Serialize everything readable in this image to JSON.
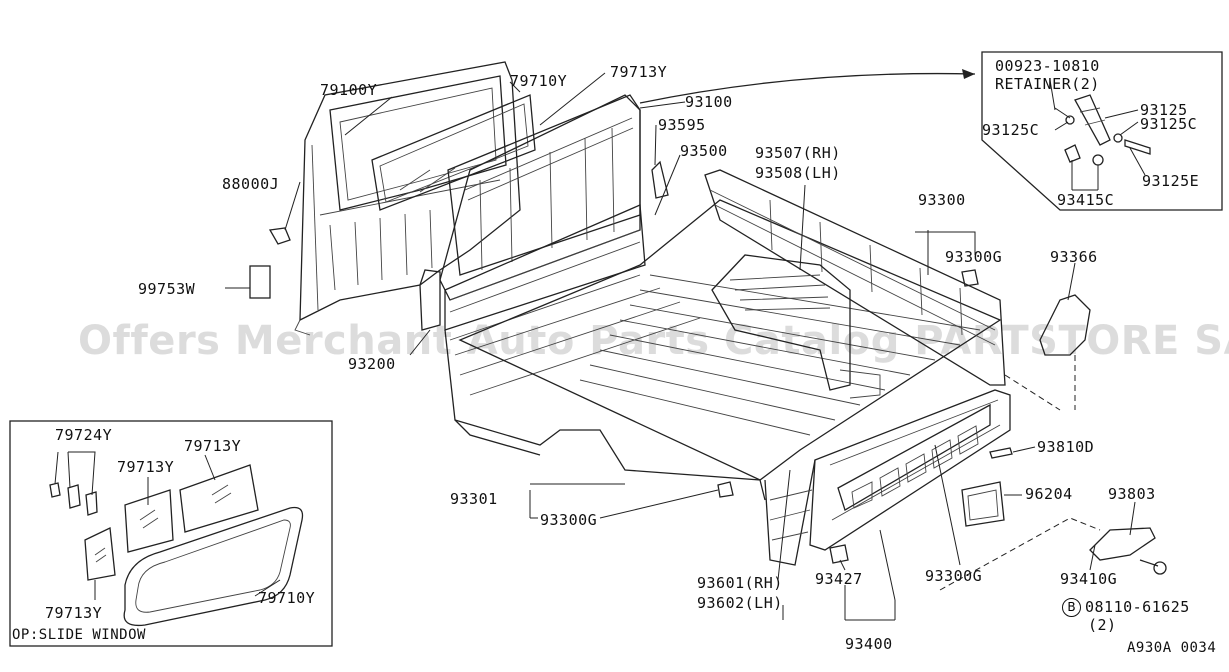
{
  "labels": {
    "l79100Y": "79100Y",
    "l79710Y_top": "79710Y",
    "l79713Y_top": "79713Y",
    "l93100": "93100",
    "l93595": "93595",
    "l93500": "93500",
    "l88000J": "88000J",
    "l99753W": "99753W",
    "l93200": "93200",
    "l93507": "93507(RH)",
    "l93508": "93508(LH)",
    "l93300": "93300",
    "l93300G_a": "93300G",
    "l93366": "93366",
    "l93810D": "93810D",
    "l93301": "93301",
    "l93300G_b": "93300G",
    "l96204": "96204",
    "l93803": "93803",
    "l93601": "93601(RH)",
    "l93602": "93602(LH)",
    "l93427": "93427",
    "l93300G_c": "93300G",
    "l93410G": "93410G",
    "l08110": "08110-61625",
    "l08110_qty": "(2)",
    "l93400": "93400",
    "r00923": "00923-10810",
    "rRetainer": "RETAINER(2)",
    "r93125": "93125",
    "r93125C_r": "93125C",
    "r93125C_l": "93125C",
    "r93125E": "93125E",
    "r93415C": "93415C",
    "i79724Y": "79724Y",
    "i79713Y_a": "79713Y",
    "i79713Y_b": "79713Y",
    "i79713Y_c": "79713Y",
    "i79710Y": "79710Y"
  },
  "circle_letter": "B",
  "inset_note": "OP:SLIDE WINDOW",
  "diagram_code": "A930A 0034",
  "watermark": "Offers Merchant Auto Parts Catalog PARTSTORE SA"
}
